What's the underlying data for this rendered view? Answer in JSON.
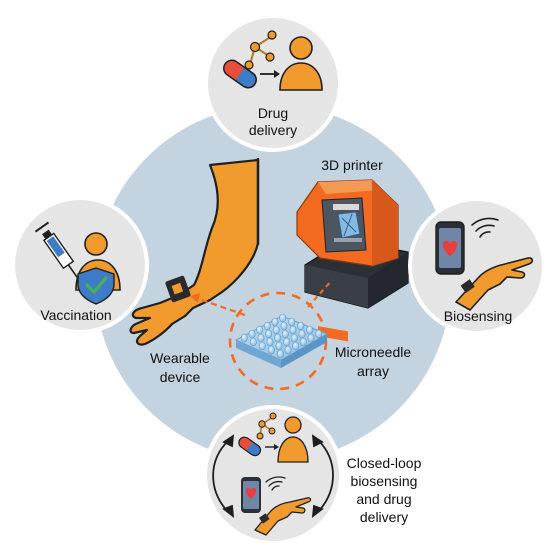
{
  "labels": {
    "drug_delivery": [
      "Drug",
      "delivery"
    ],
    "vaccination": "Vaccination",
    "biosensing": "Biosensing",
    "printer": "3D printer",
    "wearable": [
      "Wearable",
      "device"
    ],
    "microneedle": [
      "Microneedle",
      "array"
    ],
    "closed_loop": [
      "Closed-loop",
      "biosensing",
      "and drug",
      "delivery"
    ]
  },
  "colors": {
    "big_circle": "#c3d3df",
    "node_circle": "#e5e5e5",
    "node_ring": "#ffffff",
    "skin": "#f19a2e",
    "skin_outline": "#1f1f1f",
    "accent_dashed": "#f26b21",
    "pill_red": "#e94e3c",
    "pill_blue": "#3d7cc7",
    "shield": "#3d7cc7",
    "check": "#4caf50",
    "heart": "#e83e3e",
    "printer_body": "#2b2f36",
    "printer_hood": "#f26b21",
    "patch": "#86b9e0"
  },
  "icons": [
    "pill-icon",
    "molecule-icon",
    "person-icon",
    "syringe-icon",
    "shield-icon",
    "phone-icon",
    "heart-icon",
    "wifi-icon",
    "hand-icon",
    "printer-icon",
    "arm-icon",
    "microneedle-patch-icon"
  ]
}
